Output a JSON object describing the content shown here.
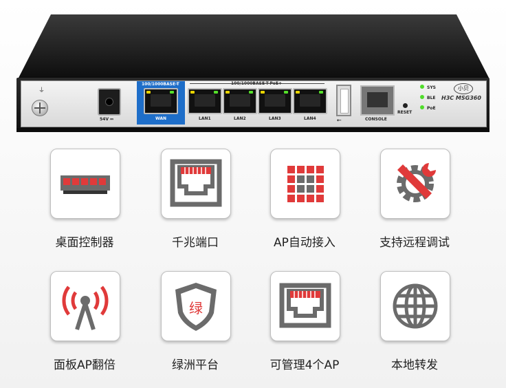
{
  "device": {
    "wan_header": "100/1000BASE-T",
    "wan_label": "WAN",
    "lan_header": "100/1000BASE-T-PoE+",
    "lan_ports": [
      "LAN1",
      "LAN2",
      "LAN3",
      "LAN4"
    ],
    "power_label": "54V ⎓",
    "console_label": "CONSOLE",
    "reset_label": "RESET",
    "status_leds": [
      "SYS",
      "BLE",
      "PoE"
    ],
    "brand_logo": "小贝",
    "model": "H3C MSG360",
    "led_colors": {
      "link": "#55e02a",
      "activity": "#e8d400"
    }
  },
  "features": [
    {
      "label": "桌面控制器",
      "icon": "desktop-switch-icon"
    },
    {
      "label": "千兆端口",
      "icon": "ethernet-port-icon"
    },
    {
      "label": "AP自动接入",
      "icon": "grid-access-icon"
    },
    {
      "label": "支持远程调试",
      "icon": "wrench-gear-icon"
    },
    {
      "label": "面板AP翻倍",
      "icon": "wireless-antenna-icon"
    },
    {
      "label": "绿洲平台",
      "icon": "shield-icon",
      "icon_text": "绿"
    },
    {
      "label": "可管理4个AP",
      "icon": "network-port-icon"
    },
    {
      "label": "本地转发",
      "icon": "globe-icon"
    }
  ],
  "colors": {
    "accent_red": "#e03a3a",
    "icon_gray": "#6b6b6b",
    "wan_blue": "#1e6ec9"
  }
}
